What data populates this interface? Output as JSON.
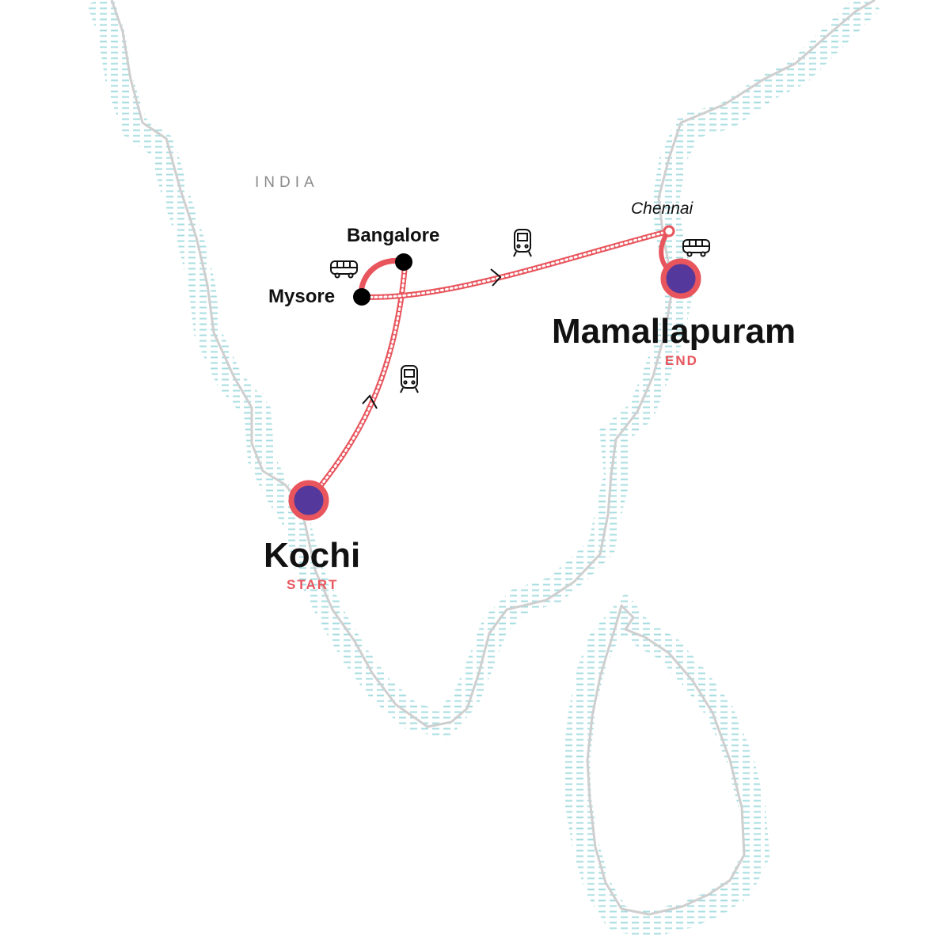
{
  "map": {
    "country_label": "INDIA",
    "colors": {
      "coast": "#cfcfcf",
      "water_hatch": "#a8dde0",
      "route": "#e8555d",
      "stop_dot": "#000000",
      "endpoint_fill": "#54389b",
      "endpoint_ring": "#e8555d"
    },
    "places": {
      "kochi": {
        "name": "Kochi",
        "tag": "START"
      },
      "mamallapuram": {
        "name": "Mamallapuram",
        "tag": "END"
      },
      "bangalore": {
        "name": "Bangalore"
      },
      "mysore": {
        "name": "Mysore"
      },
      "chennai": {
        "name": "Chennai"
      }
    },
    "legs": [
      {
        "from": "Kochi",
        "to": "Bangalore",
        "mode": "train-icon"
      },
      {
        "from": "Bangalore",
        "to": "Mysore",
        "mode": "bus-icon"
      },
      {
        "from": "Mysore",
        "to": "Chennai",
        "mode": "train-icon"
      },
      {
        "from": "Chennai",
        "to": "Mamallapuram",
        "mode": "bus-icon"
      }
    ]
  }
}
